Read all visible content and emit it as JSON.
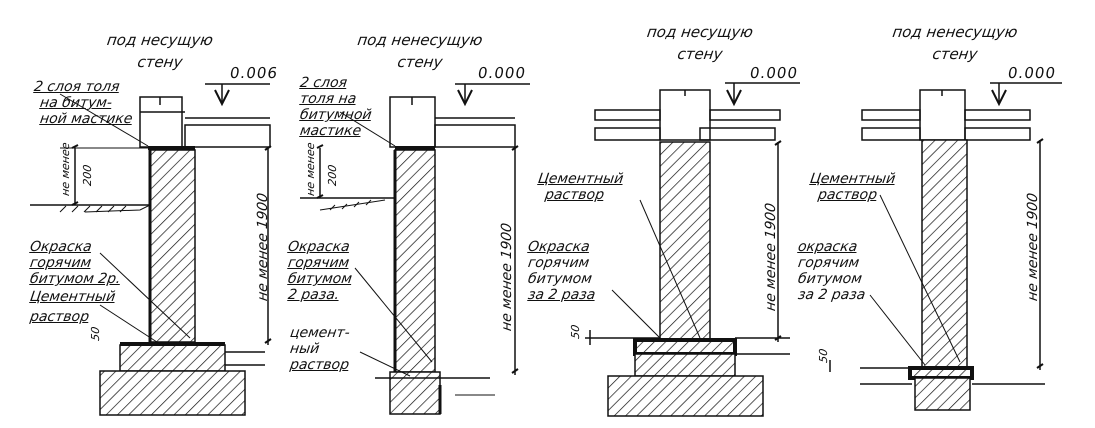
{
  "diagrams": [
    {
      "title_line1": "под несущую",
      "title_line2": "стену",
      "elevation": "0.006",
      "layer1_l1": "2 слоя толя",
      "layer1_l2": "на битум-",
      "layer1_l3": "ной мастике",
      "coat_l1": "Окраска",
      "coat_l2": "горячим",
      "coat_l3": "битумом 2р.",
      "mortar_l1": "Цементный",
      "mortar_l2": "раствор",
      "dim_min": "не менее",
      "dim_200": "200",
      "dim_1900": "не менее 1900",
      "dim_50": "50"
    },
    {
      "title_line1": "под ненесущую",
      "title_line2": "стену",
      "elevation": "0.000",
      "layer1_l1": "2 слоя",
      "layer1_l2": "толя на",
      "layer1_l3": "битумной",
      "layer1_l4": "мастике",
      "coat_l1": "Окраска",
      "coat_l2": "горячим",
      "coat_l3": "битумом",
      "coat_l4": "2 раза.",
      "mortar_l1": "цемент-",
      "mortar_l2": "ный",
      "mortar_l3": "раствор",
      "dim_min": "не менее",
      "dim_200": "200",
      "dim_1900": "не менее 1900"
    },
    {
      "title_line1": "под несущую",
      "title_line2": "стену",
      "elevation": "0.000",
      "mortar_l1": "Цементный",
      "mortar_l2": "раствор",
      "coat_l1": "Окраска",
      "coat_l2": "горячим",
      "coat_l3": "битумом",
      "coat_l4": "за 2 раза",
      "dim_1900": "не менее 1900",
      "dim_50": "50"
    },
    {
      "title_line1": "под ненесущую",
      "title_line2": "стену",
      "elevation": "0.000",
      "mortar_l1": "Цементный",
      "mortar_l2": "раствор",
      "coat_l1": "окраска",
      "coat_l2": "горячим",
      "coat_l3": "битумом",
      "coat_l4": "за 2 раза",
      "dim_1900": "не менее 1900",
      "dim_50": "50"
    }
  ]
}
